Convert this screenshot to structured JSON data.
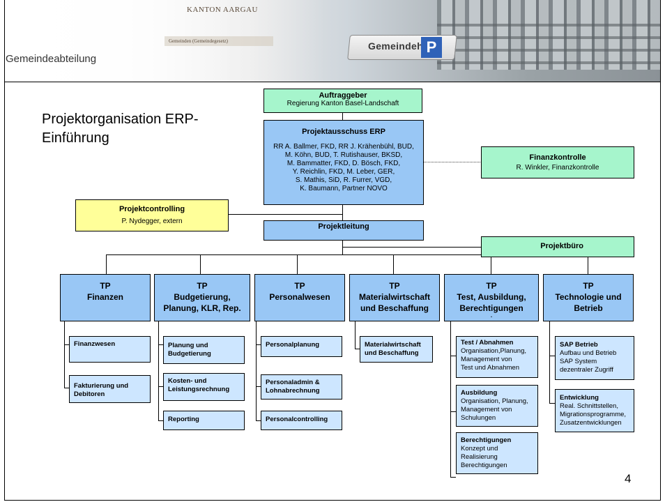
{
  "banner": {
    "kanton": "KANTON AARGAU",
    "gemeinden_strip": "Gemeinden (Gemeindegesetz)",
    "sign": "Gemeindehaus",
    "parking": "P",
    "section": "Gemeindeabteilung"
  },
  "title": {
    "line1": "Projektorganisation ERP-",
    "line2": "Einführung"
  },
  "auftraggeber": {
    "title": "Auftraggeber",
    "text": "Regierung Kanton Basel-Landschaft"
  },
  "ausschuss": {
    "title": "Projektausschuss ERP",
    "lines": [
      "RR A. Ballmer, FKD, RR J. Krähenbühl, BUD,",
      "M. Köhn, BUD, T. Rutishauser, BKSD,",
      "M. Bammatter, FKD, D. Bösch, FKD,",
      "Y. Reichlin, FKD, M. Leber, GER,",
      "S. Mathis, SiD, R. Furrer, VGD,",
      "K. Baumann, Partner NOVO"
    ]
  },
  "finanzkontrolle": {
    "title": "Finanzkontrolle",
    "text": "R. Winkler, Finanzkontrolle"
  },
  "controlling": {
    "title": "Projektcontrolling",
    "text": "P. Nydegger, extern"
  },
  "projektleitung": {
    "title": "Projektleitung"
  },
  "projektbuero": {
    "title": "Projektbüro"
  },
  "teilprojekte": [
    {
      "l1": "TP",
      "l2": "Finanzen",
      "l3": "",
      "l4": ""
    },
    {
      "l1": "TP",
      "l2": "Budgetierung,",
      "l3": "Planung, KLR, Rep.",
      "l4": ""
    },
    {
      "l1": "TP",
      "l2": "Personalwesen",
      "l3": "",
      "l4": ""
    },
    {
      "l1": "TP",
      "l2": "Materialwirtschaft",
      "l3": "und Beschaffung",
      "l4": ""
    },
    {
      "l1": "TP",
      "l2": "Test, Ausbildung,",
      "l3": "Berechtigungen",
      "l4": "."
    },
    {
      "l1": "TP",
      "l2": "Technologie und",
      "l3": "Betrieb",
      "l4": ""
    }
  ],
  "sub": {
    "finanzwesen": "Finanzwesen",
    "fakturierung_1": "Fakturierung und",
    "fakturierung_2": "Debitoren",
    "planung_1": "Planung und",
    "planung_2": "Budgetierung",
    "kosten_1": "Kosten- und",
    "kosten_2": "Leistungsrechnung",
    "reporting": "Reporting",
    "personalplanung": "Personalplanung",
    "personaladmin_1": "Personaladmin &",
    "personaladmin_2": "Lohnabrechnung",
    "personalcontrolling": "Personalcontrolling",
    "material_1": "Materialwirtschaft",
    "material_2": "und Beschaffung",
    "test_title": "Test / Abnahmen",
    "test_lines": [
      "Organisation,Planung,",
      "Management von",
      "Test und Abnahmen"
    ],
    "ausbildung_title": "Ausbildung",
    "ausbildung_lines": [
      "Organisation, Planung,",
      "Management von",
      "Schulungen"
    ],
    "berechtigungen_title": "Berechtigungen",
    "berechtigungen_lines": [
      "Konzept und",
      "Realisierung",
      "Berechtigungen"
    ],
    "sap_title": "SAP Betrieb",
    "sap_lines": [
      "Aufbau und Betrieb",
      "SAP System",
      "dezentraler Zugriff"
    ],
    "entwicklung_title": "Entwicklung",
    "entwicklung_lines": [
      "Real. Schnittstellen,",
      "Migrationsprogramme,",
      "Zusatzentwicklungen"
    ]
  },
  "page_number": "4"
}
